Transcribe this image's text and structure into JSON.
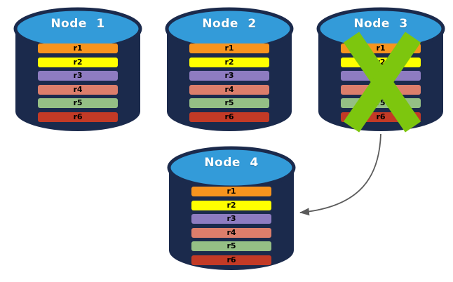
{
  "diagram": {
    "description": "Database replication diagram: four nodes each storing records r1-r6; Node 3 has failed (green X) and its data is replicated to Node 4 (gray arrow).",
    "colors": {
      "cylinder_body": "#1b2a4c",
      "cylinder_top": "#339bd9",
      "title_text": "#ffffff",
      "record_text": "#000000",
      "failure_x": "#7dc60e",
      "arrow": "#5b5b5b"
    },
    "nodes": [
      {
        "title": "Node 1",
        "records": [
          {
            "label": "r1",
            "color": "#f7941e"
          },
          {
            "label": "r2",
            "color": "#ffff00"
          },
          {
            "label": "r3",
            "color": "#8e7cc1"
          },
          {
            "label": "r4",
            "color": "#dc7e6b"
          },
          {
            "label": "r5",
            "color": "#95bf85"
          },
          {
            "label": "r6",
            "color": "#c33a26"
          }
        ]
      },
      {
        "title": "Node 2",
        "records": [
          {
            "label": "r1",
            "color": "#f7941e"
          },
          {
            "label": "r2",
            "color": "#ffff00"
          },
          {
            "label": "r3",
            "color": "#8e7cc1"
          },
          {
            "label": "r4",
            "color": "#dc7e6b"
          },
          {
            "label": "r5",
            "color": "#95bf85"
          },
          {
            "label": "r6",
            "color": "#c33a26"
          }
        ]
      },
      {
        "title": "Node 3",
        "status": "failed",
        "records": [
          {
            "label": "r1",
            "color": "#f7941e"
          },
          {
            "label": "r2",
            "color": "#ffff00"
          },
          {
            "label": "r3",
            "color": "#8e7cc1"
          },
          {
            "label": "r4",
            "color": "#dc7e6b"
          },
          {
            "label": "r5",
            "color": "#95bf85"
          },
          {
            "label": "r6",
            "color": "#c33a26"
          }
        ]
      },
      {
        "title": "Node 4",
        "records": [
          {
            "label": "r1",
            "color": "#f7941e"
          },
          {
            "label": "r2",
            "color": "#ffff00"
          },
          {
            "label": "r3",
            "color": "#8e7cc1"
          },
          {
            "label": "r4",
            "color": "#dc7e6b"
          },
          {
            "label": "r5",
            "color": "#95bf85"
          },
          {
            "label": "r6",
            "color": "#c33a26"
          }
        ]
      }
    ],
    "failure": {
      "node": "Node 3",
      "icon": "x-mark",
      "color": "#7dc60e"
    },
    "arrow": {
      "from": "Node 3",
      "to": "Node 4",
      "color": "#5b5b5b"
    }
  }
}
